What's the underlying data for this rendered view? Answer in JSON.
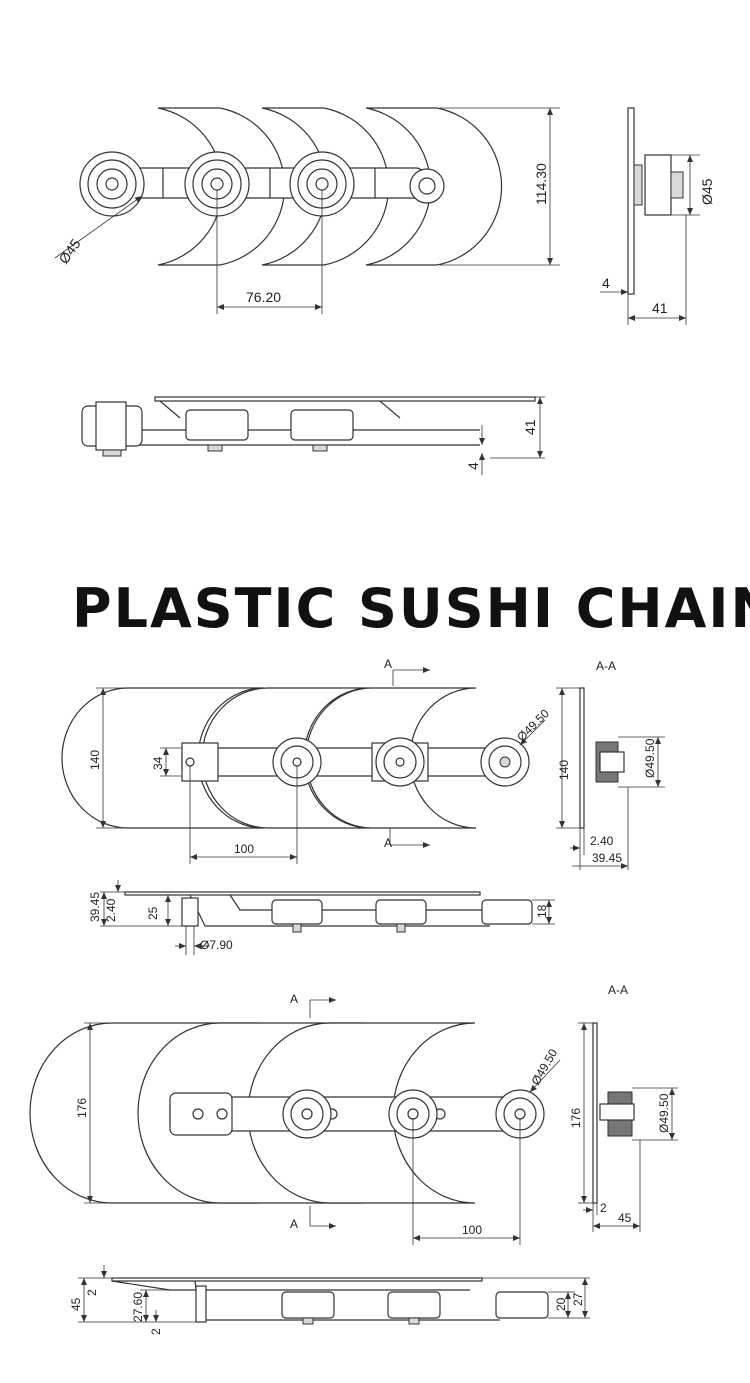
{
  "title": "PLASTIC SUSHI CHAIN",
  "diagram1": {
    "dia_left": "Ø45",
    "height": "114.30",
    "pitch": "76.20",
    "side_dia": "Ø45",
    "side_t": "4",
    "side_w": "41",
    "bottom_h": "41",
    "bottom_t": "4"
  },
  "diagram2": {
    "section_mark": "A",
    "section_title": "A-A",
    "height": "140",
    "link_h": "34",
    "roller_dia": "Ø49.50",
    "pitch": "100",
    "side_h": "140",
    "side_dia": "Ø49.50",
    "side_t": "2.40",
    "side_w": "39.45",
    "bottom_total": "39.45",
    "bottom_t": "2.40",
    "bottom_mid": "25",
    "bottom_roller": "18",
    "pin_dia": "Ø7.90"
  },
  "diagram3": {
    "section_mark": "A",
    "section_title": "A-A",
    "height": "176",
    "roller_dia": "Ø49.50",
    "pitch": "100",
    "side_h": "176",
    "side_dia": "Ø49.50",
    "side_t": "2",
    "side_w": "45",
    "bottom_total": "45",
    "bottom_t": "2",
    "bottom_mid": "27.60",
    "bottom_t2": "2",
    "bottom_roller": "20",
    "bottom_h": "27"
  }
}
